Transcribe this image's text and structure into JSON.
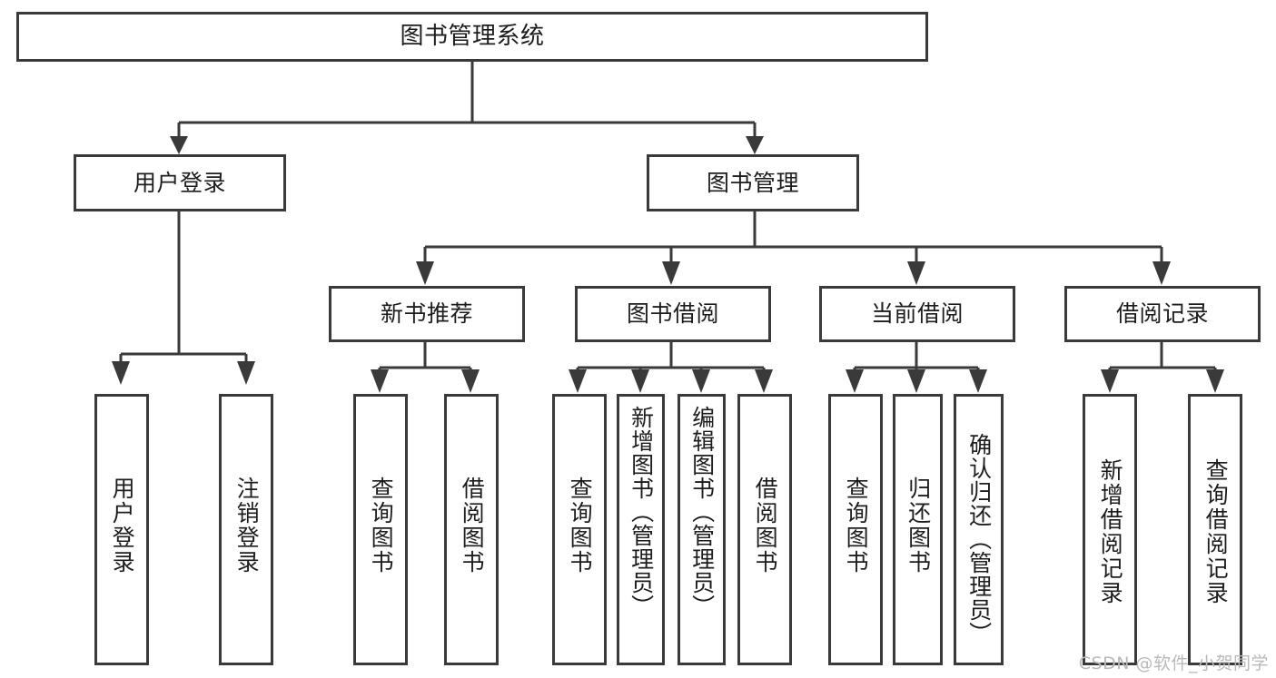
{
  "diagram": {
    "title": "图书管理系统",
    "type": "tree",
    "root": {
      "id": "root",
      "label": "图书管理系统"
    },
    "level2": [
      {
        "id": "user-login",
        "label": "用户登录"
      },
      {
        "id": "book-manage",
        "label": "图书管理"
      }
    ],
    "level3": [
      {
        "id": "new-book-recommend",
        "label": "新书推荐",
        "parent": "book-manage"
      },
      {
        "id": "book-borrow",
        "label": "图书借阅",
        "parent": "book-manage"
      },
      {
        "id": "current-borrow",
        "label": "当前借阅",
        "parent": "book-manage"
      },
      {
        "id": "borrow-record",
        "label": "借阅记录",
        "parent": "book-manage"
      }
    ],
    "leaves": [
      {
        "id": "leaf-user-login",
        "label": "用户登录",
        "parent": "user-login"
      },
      {
        "id": "leaf-user-logout",
        "label": "注销登录",
        "parent": "user-login"
      },
      {
        "id": "leaf-query-book-1",
        "label": "查询图书",
        "parent": "new-book-recommend"
      },
      {
        "id": "leaf-borrow-book-1",
        "label": "借阅图书",
        "parent": "new-book-recommend"
      },
      {
        "id": "leaf-query-book-2",
        "label": "查询图书",
        "parent": "book-borrow"
      },
      {
        "id": "leaf-add-book",
        "label": "新增图书（管理员）",
        "parent": "book-borrow"
      },
      {
        "id": "leaf-edit-book",
        "label": "编辑图书（管理员）",
        "parent": "book-borrow"
      },
      {
        "id": "leaf-borrow-book-2",
        "label": "借阅图书",
        "parent": "book-borrow"
      },
      {
        "id": "leaf-query-book-3",
        "label": "查询图书",
        "parent": "current-borrow"
      },
      {
        "id": "leaf-return-book",
        "label": "归还图书",
        "parent": "current-borrow"
      },
      {
        "id": "leaf-confirm-return",
        "label": "确认归还（管理员）",
        "parent": "current-borrow"
      },
      {
        "id": "leaf-add-record",
        "label": "新增借阅记录",
        "parent": "borrow-record"
      },
      {
        "id": "leaf-query-record",
        "label": "查询借阅记录",
        "parent": "borrow-record"
      }
    ]
  },
  "watermark": {
    "text": "CSDN @软件_小贺同学"
  },
  "colors": {
    "stroke": "#3a3a3a",
    "box_fill": "#ffffff",
    "text": "#1d1d1d",
    "watermark": "#b9b9b9",
    "background": "#ffffff"
  }
}
